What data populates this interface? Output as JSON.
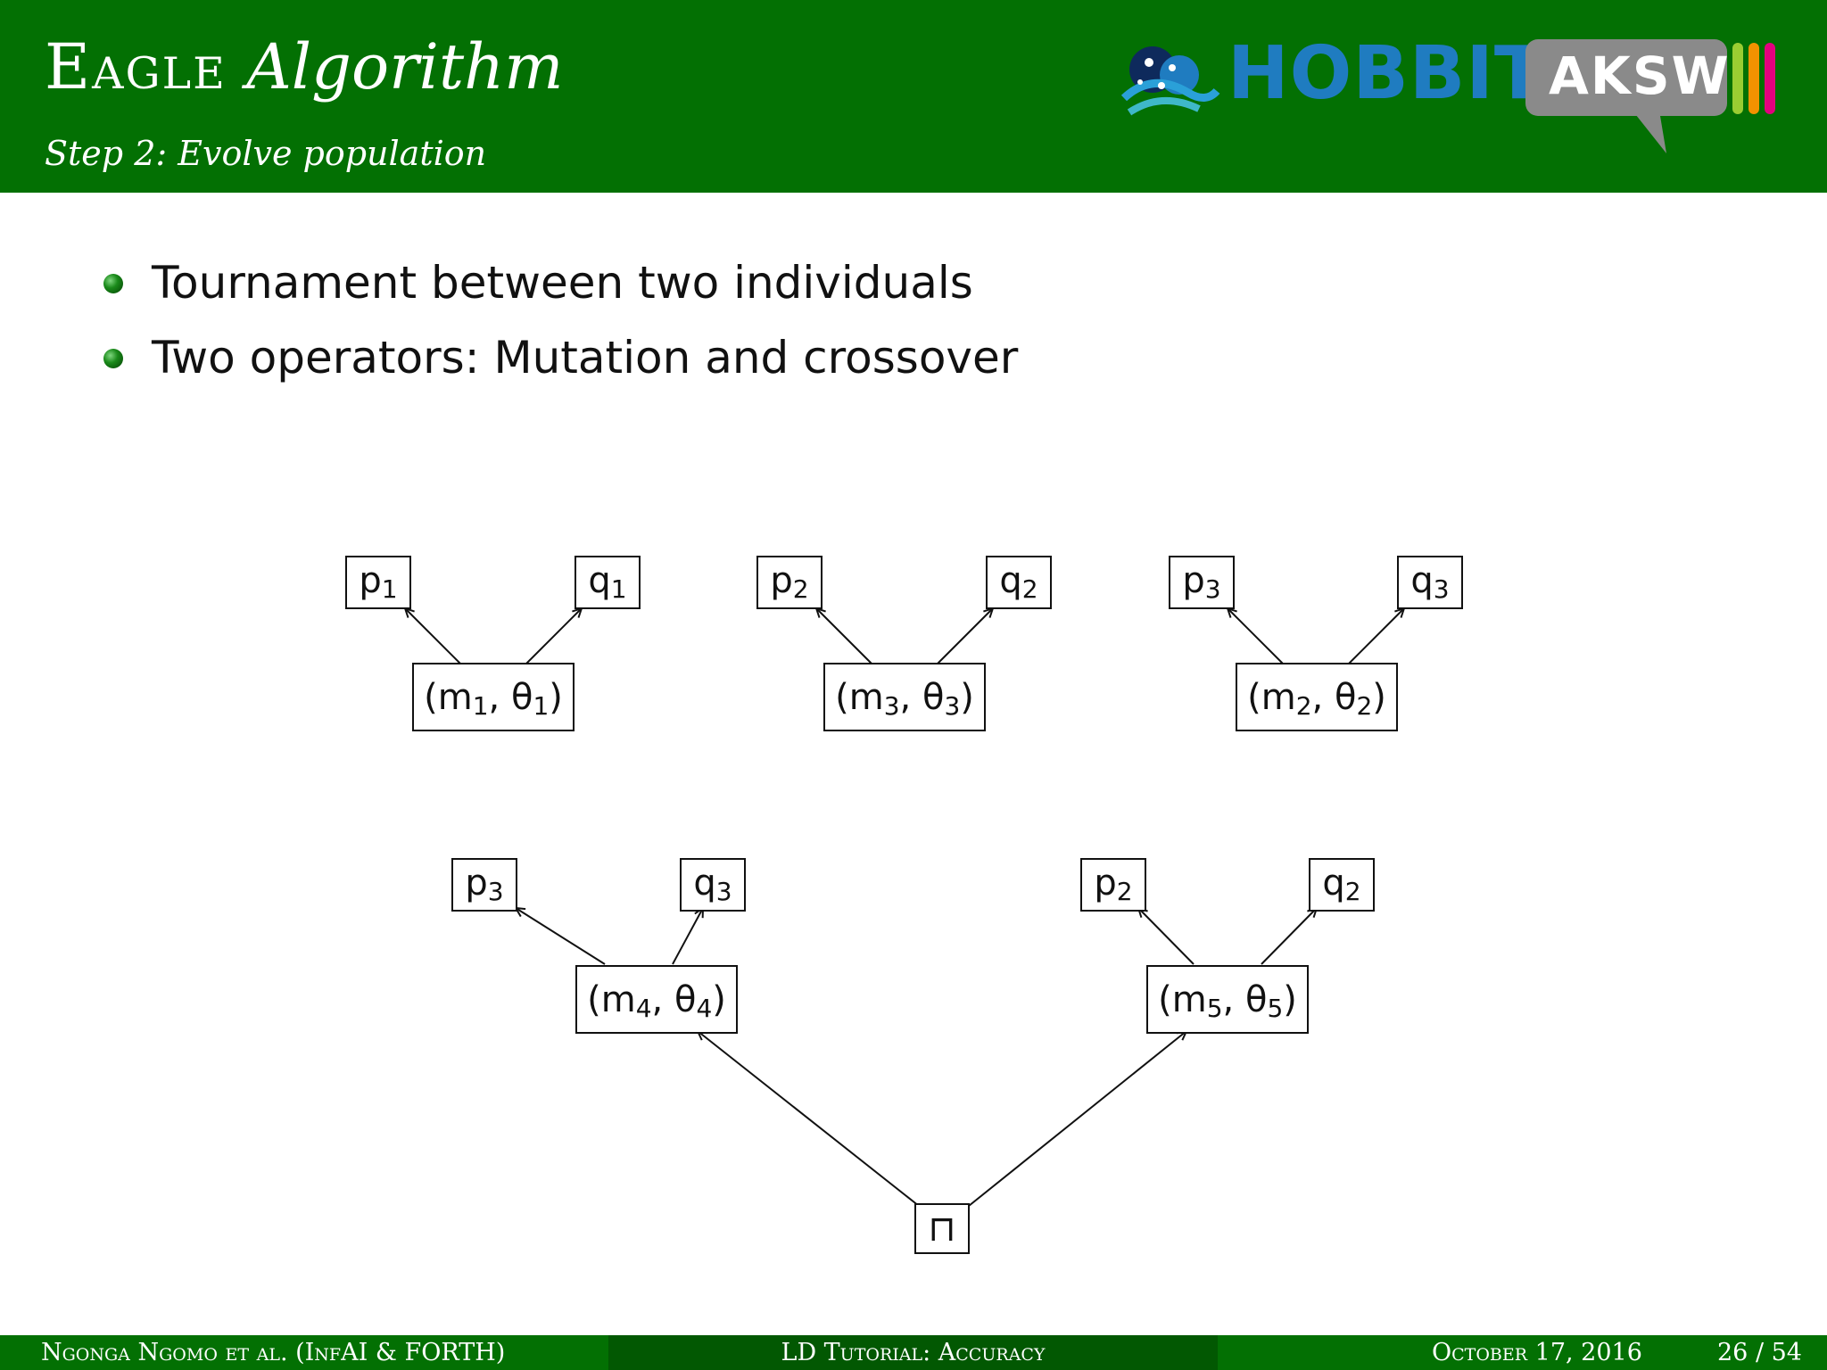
{
  "slide": {
    "title_part1": "Eagle",
    "title_part2": "Algorithm",
    "subtitle": "Step 2: Evolve population"
  },
  "logos": {
    "hobbit_text": "HOBBIT",
    "aksw_text": "AKSW",
    "hobbit_color": "#1f7cc0",
    "aksw_stripe_colors": [
      "#9acd32",
      "#f39200",
      "#e3007e"
    ]
  },
  "bullets": [
    "Tournament between two individuals",
    "Two operators: Mutation and crossover"
  ],
  "diagram": {
    "nodes": {
      "n1": {
        "base": "(m",
        "sub1": "1",
        "mid": ", θ",
        "sub2": "1",
        "end": ")"
      },
      "n3": {
        "base": "(m",
        "sub1": "3",
        "mid": ", θ",
        "sub2": "3",
        "end": ")"
      },
      "n2": {
        "base": "(m",
        "sub1": "2",
        "mid": ", θ",
        "sub2": "2",
        "end": ")"
      },
      "n4": {
        "base": "(m",
        "sub1": "4",
        "mid": ", θ",
        "sub2": "4",
        "end": ")"
      },
      "n5": {
        "base": "(m",
        "sub1": "5",
        "mid": ", θ",
        "sub2": "5",
        "end": ")"
      },
      "root": "⊓"
    },
    "leaves": {
      "p1": {
        "base": "p",
        "sub": "1"
      },
      "q1": {
        "base": "q",
        "sub": "1"
      },
      "p2a": {
        "base": "p",
        "sub": "2"
      },
      "q2a": {
        "base": "q",
        "sub": "2"
      },
      "p3a": {
        "base": "p",
        "sub": "3"
      },
      "q3a": {
        "base": "q",
        "sub": "3"
      },
      "p3b": {
        "base": "p",
        "sub": "3"
      },
      "q3b": {
        "base": "q",
        "sub": "3"
      },
      "p2b": {
        "base": "p",
        "sub": "2"
      },
      "q2b": {
        "base": "q",
        "sub": "2"
      }
    }
  },
  "footer": {
    "authors": "Ngonga Ngomo et al.  (InfAI & FORTH)",
    "talk": "LD Tutorial: Accuracy",
    "date": "October 17, 2016",
    "page": "26 / 54"
  }
}
